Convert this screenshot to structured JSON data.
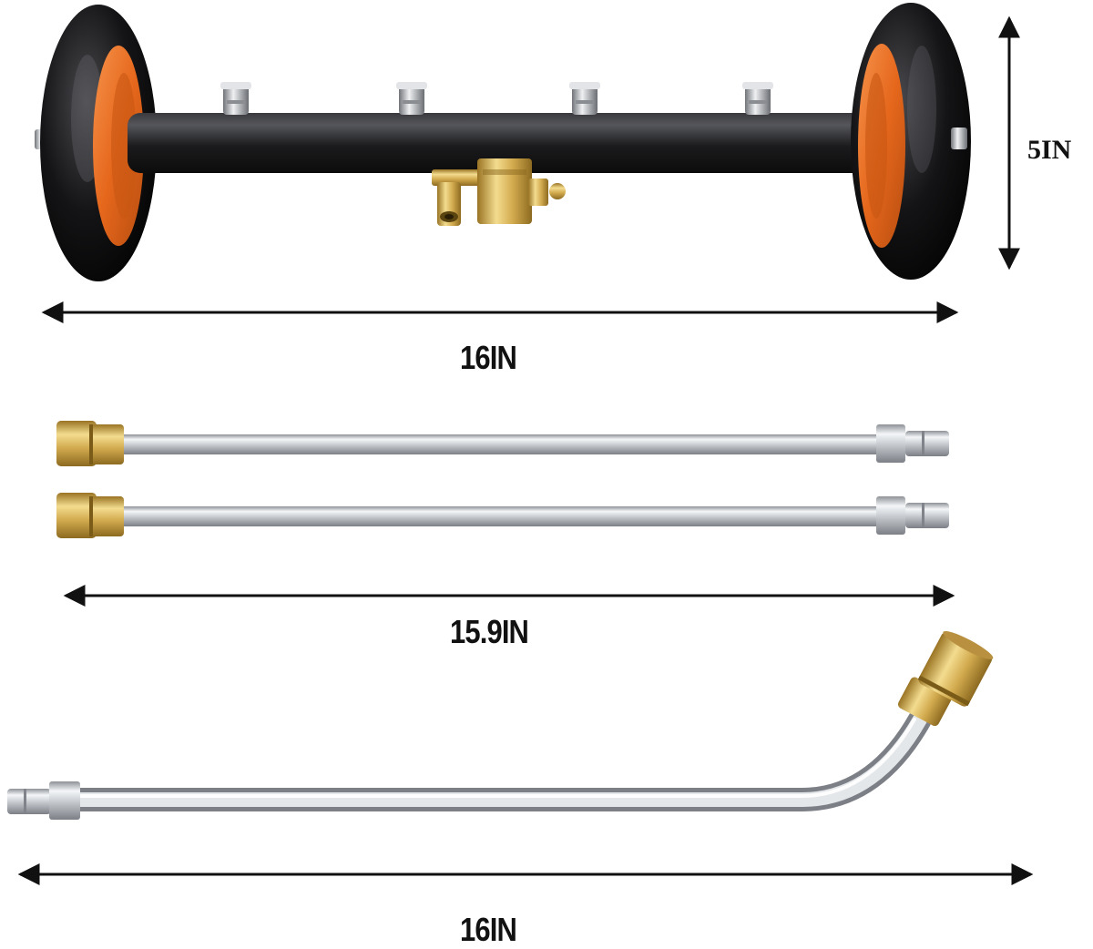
{
  "dimensions": {
    "broom_height": "5IN",
    "broom_length": "16IN",
    "straight_wand_length": "15.9IN",
    "curved_wand_length": "16IN"
  },
  "colors": {
    "background": "#ffffff",
    "wheel_black": "#0d0d0d",
    "wheel_hub_orange": "#e86a1c",
    "bar_black": "#1c1c1e",
    "brass": "#d6b25a",
    "steel": "#c9ccd0",
    "arrow": "#111111"
  },
  "items": [
    {
      "name": "undercarriage-cleaner-broom",
      "nozzles": 4,
      "wheels": 2
    },
    {
      "name": "straight-extension-wand",
      "count": 2
    },
    {
      "name": "curved-extension-wand",
      "count": 1
    }
  ]
}
